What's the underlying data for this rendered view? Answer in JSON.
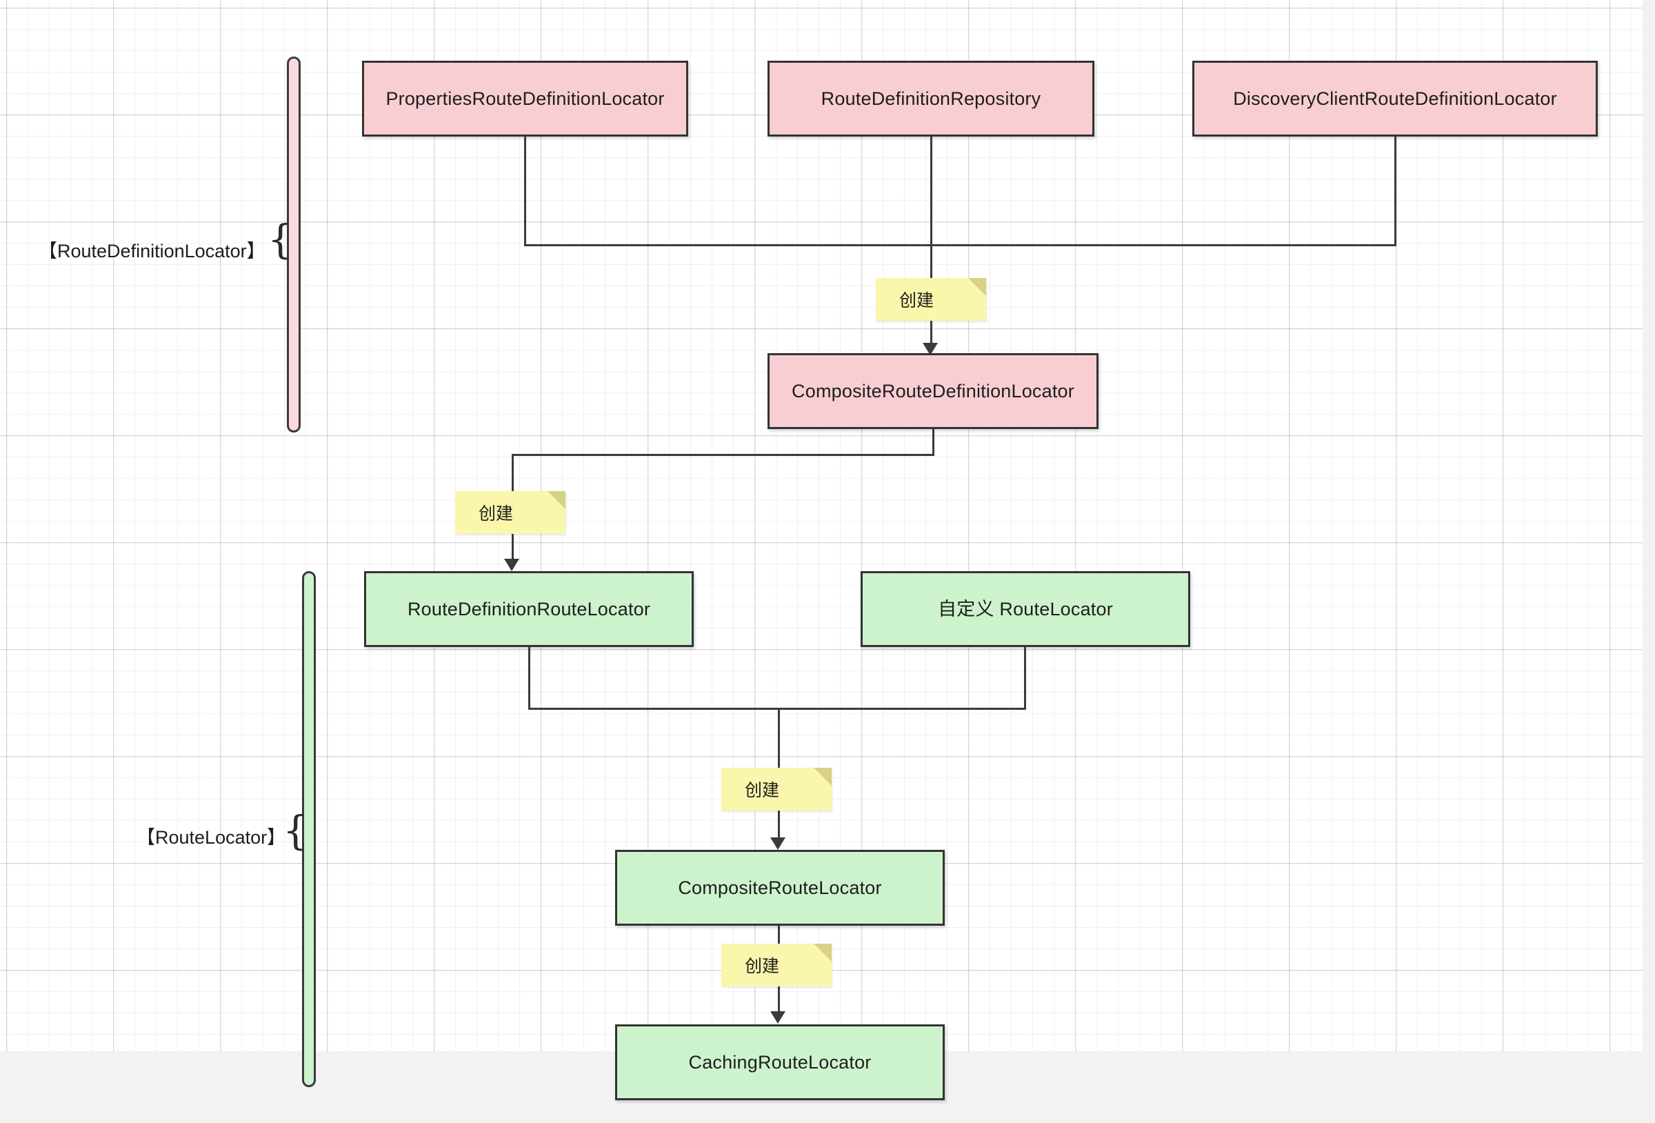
{
  "diagram": {
    "title_hidden": "",
    "colors": {
      "pink_fill": "#f8ced3",
      "green_fill": "#cdf3cd",
      "note_fill": "#faf6ab",
      "note_fold": "#d8d284",
      "stroke": "#333333",
      "canvas": "#ffffff",
      "edge": "#f2f2f2"
    },
    "groups": [
      {
        "id": "route-definition-locator",
        "label": "【RouteDefinitionLocator】",
        "color": "#fbd9de"
      },
      {
        "id": "route-locator",
        "label": "【RouteLocator】",
        "color": "#cdf3cd"
      }
    ],
    "nodes": [
      {
        "id": "properties-route-definition-locator",
        "label": "PropertiesRouteDefinitionLocator",
        "kind": "pink"
      },
      {
        "id": "route-definition-repository",
        "label": "RouteDefinitionRepository",
        "kind": "pink"
      },
      {
        "id": "discovery-client-route-definition-locator",
        "label": "DiscoveryClientRouteDefinitionLocator",
        "kind": "pink"
      },
      {
        "id": "composite-route-definition-locator",
        "label": "CompositeRouteDefinitionLocator",
        "kind": "pink"
      },
      {
        "id": "route-definition-route-locator",
        "label": "RouteDefinitionRouteLocator",
        "kind": "green"
      },
      {
        "id": "custom-route-locator",
        "label": "自定义 RouteLocator",
        "kind": "green"
      },
      {
        "id": "composite-route-locator",
        "label": "CompositeRouteLocator",
        "kind": "green"
      },
      {
        "id": "caching-route-locator",
        "label": "CachingRouteLocator",
        "kind": "green"
      }
    ],
    "notes": [
      {
        "id": "note-create-1",
        "label": "创建"
      },
      {
        "id": "note-create-2",
        "label": "创建"
      },
      {
        "id": "note-create-3",
        "label": "创建"
      },
      {
        "id": "note-create-4",
        "label": "创建"
      }
    ],
    "edges": [
      {
        "from": "properties-route-definition-locator",
        "to": "composite-route-definition-locator",
        "note": "创建"
      },
      {
        "from": "route-definition-repository",
        "to": "composite-route-definition-locator",
        "note": "创建"
      },
      {
        "from": "discovery-client-route-definition-locator",
        "to": "composite-route-definition-locator",
        "note": "创建"
      },
      {
        "from": "composite-route-definition-locator",
        "to": "route-definition-route-locator",
        "note": "创建"
      },
      {
        "from": "route-definition-route-locator",
        "to": "composite-route-locator",
        "note": "创建"
      },
      {
        "from": "custom-route-locator",
        "to": "composite-route-locator",
        "note": "创建"
      },
      {
        "from": "composite-route-locator",
        "to": "caching-route-locator",
        "note": "创建"
      }
    ]
  }
}
